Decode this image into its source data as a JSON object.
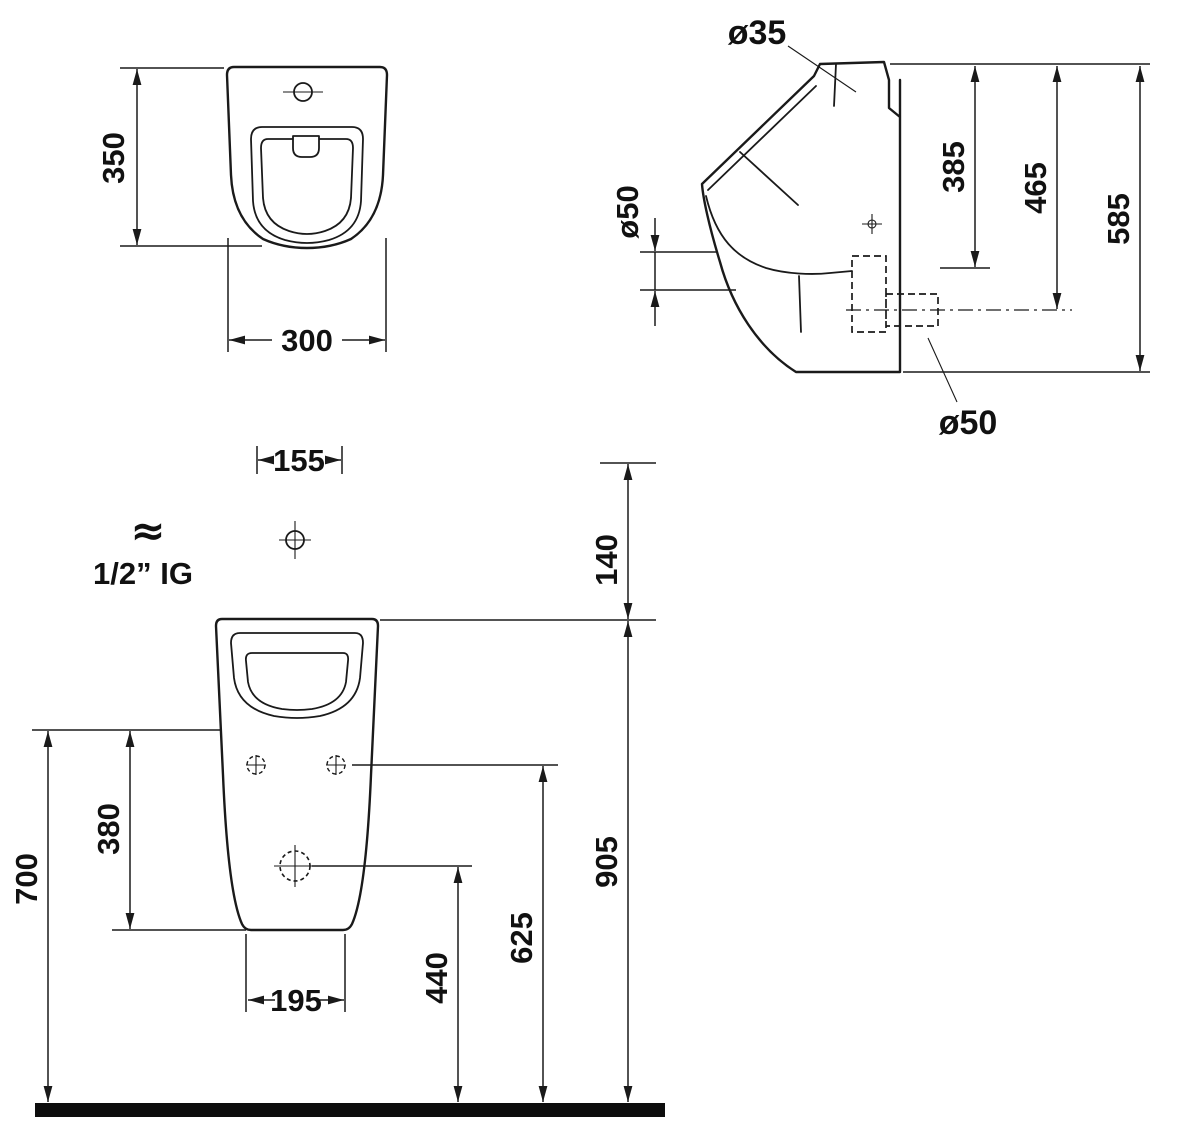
{
  "drawing": {
    "front_view": {
      "height": "350",
      "width": "300"
    },
    "side_view": {
      "inlet_top": "ø35",
      "inlet_side": "ø50",
      "dim_to_outlet_top": "385",
      "dim_to_outlet_center": "465",
      "dim_total": "585",
      "outlet": "ø50"
    },
    "installation_view": {
      "supply_offset": "155",
      "supply_symbol": "≈",
      "supply_spec": "1/2” IG",
      "supply_to_rim": "140",
      "body_height": "380",
      "rim_height": "700",
      "base_width": "195",
      "outlet_height": "440",
      "fixing_height": "625",
      "overall_height": "905"
    }
  }
}
